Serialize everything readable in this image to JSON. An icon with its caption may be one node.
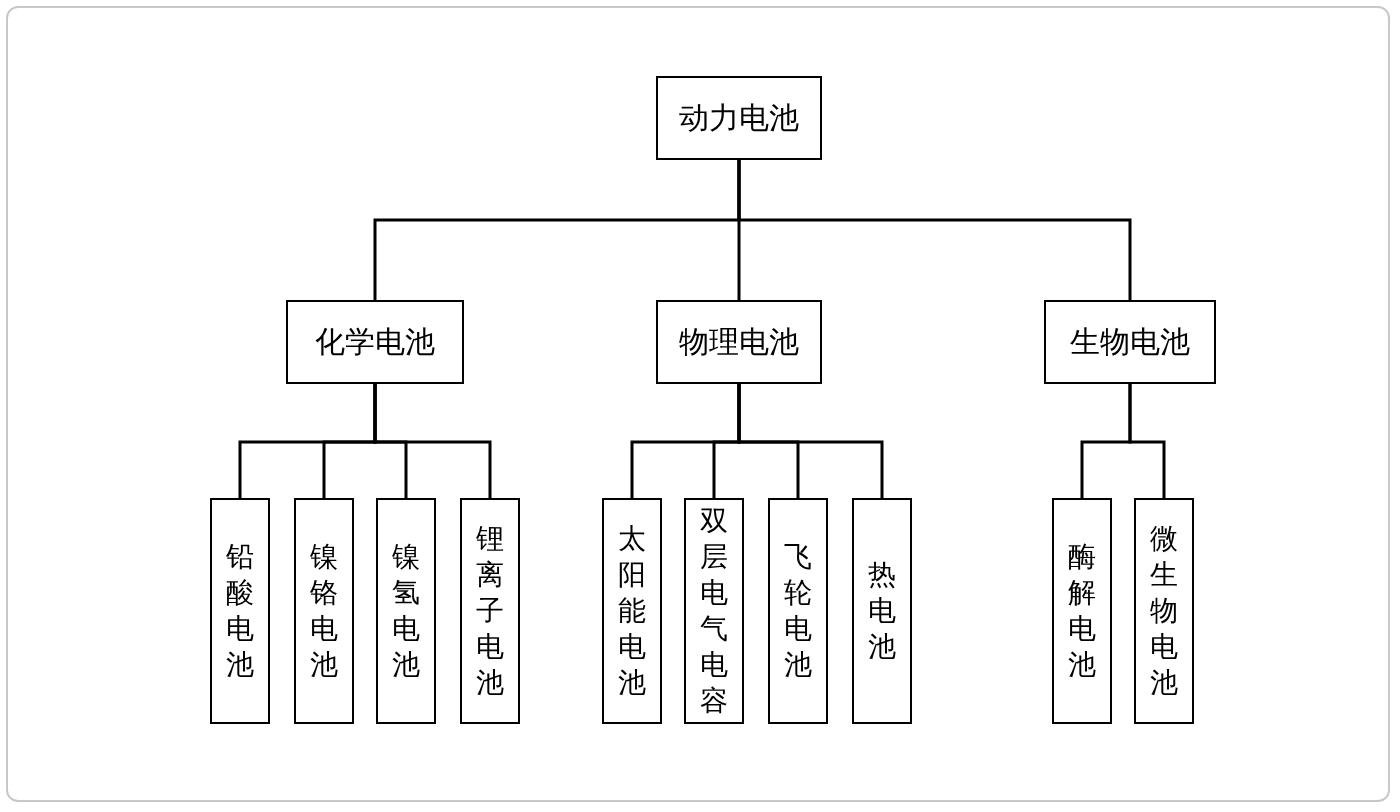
{
  "diagram": {
    "nodes": [
      {
        "text": [
          "动力电池"
        ]
      },
      {
        "text": [
          "化学电池"
        ]
      },
      {
        "text": [
          "物理电池"
        ]
      },
      {
        "text": [
          "生物电池"
        ]
      },
      {
        "text": [
          "铅酸电池"
        ]
      },
      {
        "text": [
          "镍铬电池"
        ]
      },
      {
        "text": [
          "镍氢电池"
        ]
      },
      {
        "text": [
          "锂离子电池"
        ]
      },
      {
        "text": [
          "太阳能电池"
        ]
      },
      {
        "text": [
          "双层电气电容"
        ]
      },
      {
        "text": [
          "飞轮电池"
        ]
      },
      {
        "text": [
          "热电池"
        ]
      },
      {
        "text": [
          "酶解电池"
        ]
      },
      {
        "text": [
          "微生物电池"
        ]
      }
    ],
    "edges": [
      {
        "from": 0,
        "to": 1,
        "arrow": "none"
      },
      {
        "from": 0,
        "to": 2,
        "arrow": "none"
      },
      {
        "from": 0,
        "to": 3,
        "arrow": "none"
      },
      {
        "from": 1,
        "to": 4,
        "arrow": "none"
      },
      {
        "from": 1,
        "to": 5,
        "arrow": "none"
      },
      {
        "from": 1,
        "to": 6,
        "arrow": "none"
      },
      {
        "from": 1,
        "to": 7,
        "arrow": "none"
      },
      {
        "from": 2,
        "to": 8,
        "arrow": "none"
      },
      {
        "from": 2,
        "to": 9,
        "arrow": "none"
      },
      {
        "from": 2,
        "to": 10,
        "arrow": "none"
      },
      {
        "from": 2,
        "to": 11,
        "arrow": "none"
      },
      {
        "from": 3,
        "to": 12,
        "arrow": "none"
      },
      {
        "from": 3,
        "to": 13,
        "arrow": "none"
      }
    ]
  }
}
